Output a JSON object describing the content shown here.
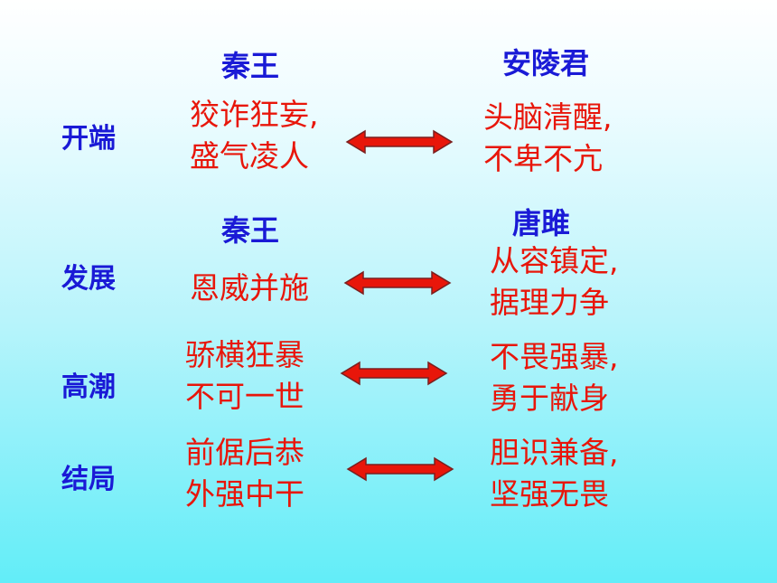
{
  "rows": [
    {
      "stage": "开端",
      "left_name": "秦王",
      "right_name": "安陵君",
      "left_lines": [
        "狡诈狂妄,",
        "盛气凌人"
      ],
      "right_lines": [
        "头脑清醒,",
        "不卑不亢"
      ]
    },
    {
      "stage": "发展",
      "left_name": "秦王",
      "right_name": "唐雎",
      "left_lines": [
        "恩威并施"
      ],
      "right_lines": [
        "从容镇定,",
        "据理力争"
      ]
    },
    {
      "stage": "高潮",
      "left_lines": [
        "骄横狂暴",
        "不可一世"
      ],
      "right_lines": [
        "不畏强暴,",
        "勇于献身"
      ]
    },
    {
      "stage": "结局",
      "left_lines": [
        "前倨后恭",
        "外强中干"
      ],
      "right_lines": [
        "胆识兼备,",
        "坚强无畏"
      ]
    }
  ],
  "colors": {
    "label_blue": "#1a1ad6",
    "text_red": "#e8160a",
    "arrow_fill": "#e8160a",
    "arrow_outline": "#7a1f1f"
  },
  "icons": [
    "double-arrow-icon"
  ]
}
